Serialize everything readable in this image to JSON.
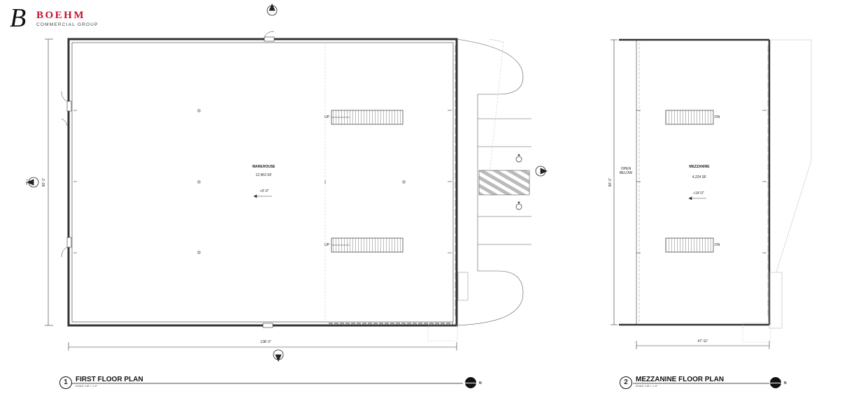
{
  "brand": {
    "mark": "B",
    "name": "BOEHM",
    "tagline": "COMMERCIAL GROUP",
    "color": "#c8102e"
  },
  "first_floor": {
    "number": "1",
    "title": "FIRST FLOOR PLAN",
    "scale": "SCALE: 1/8\" = 1'-0\"",
    "room_name": "WAREHOUSE",
    "room_area": "12,463 SF",
    "level_tag": "+0'-0\"",
    "stair_label_top": "UP",
    "stair_label_bottom": "UP",
    "dim_width": "138'-3\"",
    "dim_height": "90'-1\"",
    "section_ref": "A5.1",
    "north_label": "N"
  },
  "mezzanine": {
    "number": "2",
    "title": "MEZZANINE FLOOR PLAN",
    "scale": "SCALE: 1/8\" = 1'-0\"",
    "room_name": "MEZZANINE",
    "room_area": "4,224 SF",
    "level_tag": "+14'-0\"",
    "open_below_1": "OPEN",
    "open_below_2": "BELOW",
    "stair_label_top": "DN",
    "stair_label_bottom": "DN",
    "dim_width": "47'-11\"",
    "dim_height": "90'-1\"",
    "north_label": "N"
  }
}
